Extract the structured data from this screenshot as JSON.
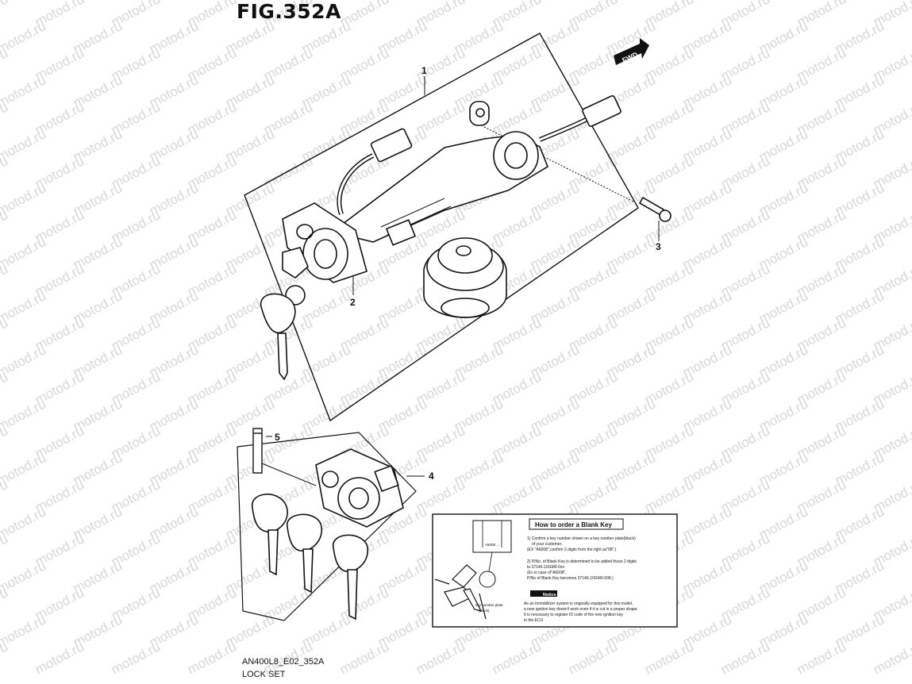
{
  "figure": {
    "title": "FIG.352A",
    "watermark_text": "motod.ru",
    "fwd_label": "FWD"
  },
  "callouts": {
    "part_1": "1",
    "part_2": "2",
    "part_3": "3",
    "part_4": "4",
    "part_5": "5"
  },
  "blank_key_note": {
    "title": "How to order a Blank Key",
    "plate_label": "A6008 ....",
    "plate_caption_line1": "key number plate",
    "plate_caption_line2": "(black)",
    "step1_line1": "1) Confirm a key number shown on a key number plate(black)",
    "step1_line2": "of your customer.",
    "step1_line3": "(EX \"A6008\",confirm 2 digits from the right as\"08\".)",
    "step2_line1": "2) P/No. of Blank Key is determined to be added those 2 digits",
    "step2_line2": "to 37146-10GM0-0xx",
    "step2_line3": "(Ex.in case of\"A6008\",",
    "step2_line4": "P/No of Blank Key becomes 37146-10GM0-008.)",
    "notice_label": "Notice",
    "notice_line1": "As an immobilizer system is originally equipped for this model,",
    "notice_line2": "a new ignition key doesn't work even if it is cut in a proper shape.",
    "notice_line3": "It is necessary to register ID code of the new ignition key",
    "notice_line4": "in the ECU"
  },
  "footer": {
    "code": "AN400L8_E02_352A",
    "name": "LOCK SET"
  }
}
